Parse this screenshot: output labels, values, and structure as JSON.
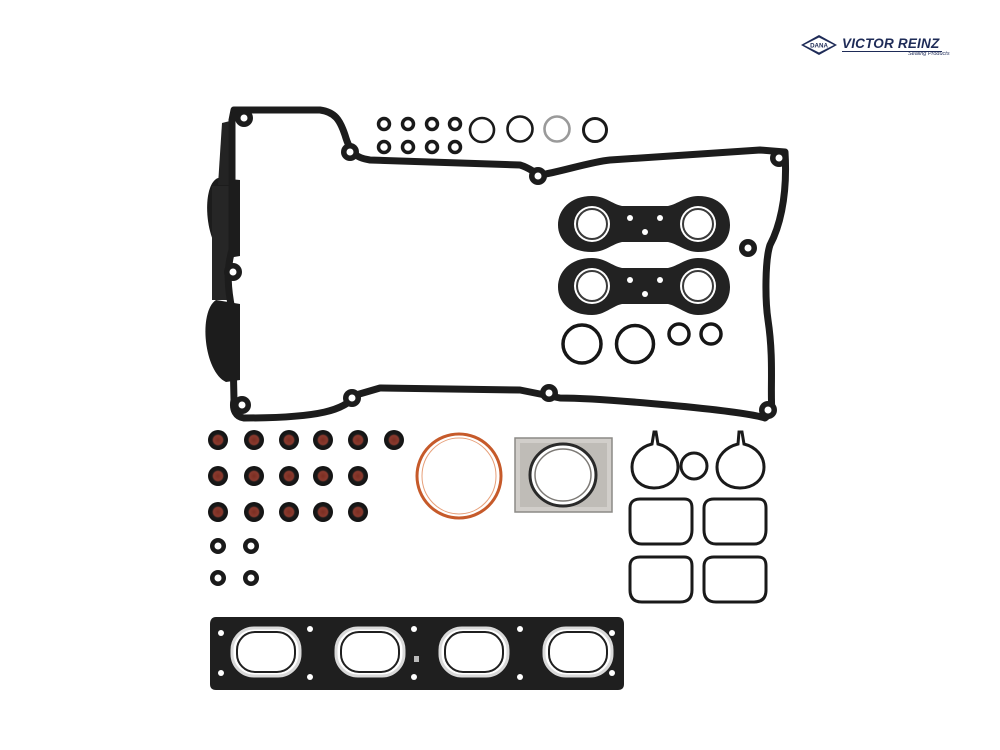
{
  "brand": {
    "logo_name": "DANA",
    "name": "VICTOR REINZ",
    "tagline": "Sealing Products"
  },
  "colors": {
    "rubber": "#1c1c1c",
    "ring_light": "#9a9a9a",
    "seal_dot": "#8a3a2e",
    "copper": "#c65a2a",
    "metal": "#c9c6c2",
    "brand": "#1e2b57"
  },
  "parts": {
    "valve_cover_gasket": "valve-cover-gasket",
    "spark_plug_tube_seals": "spark-plug-tube-seals",
    "valve_stem_seals": "valve-stem-seals",
    "orings": "o-rings",
    "exhaust_manifold_gasket": "exhaust-manifold-gasket",
    "intake_gaskets": "intake-gaskets",
    "flange_gasket": "flange-gasket",
    "copper_ring": "copper-ring"
  }
}
